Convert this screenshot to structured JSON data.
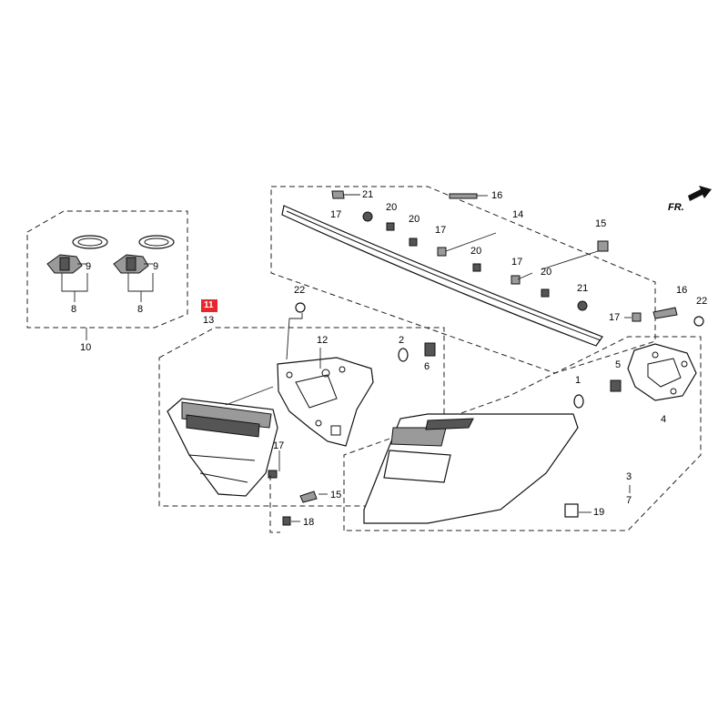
{
  "direction_marker": "FR.",
  "highlighted_callout": "11",
  "highlight_color": "#e8262d",
  "labels": {
    "l1": "1",
    "l2": "2",
    "l3": "3",
    "l4": "4",
    "l5": "5",
    "l6": "6",
    "l7": "7",
    "l8a": "8",
    "l8b": "8",
    "l9a": "9",
    "l9b": "9",
    "l10": "10",
    "l12": "12",
    "l13": "13",
    "l14": "14",
    "l15a": "15",
    "l15b": "15",
    "l16a": "16",
    "l16b": "16",
    "l17a": "17",
    "l17b": "17",
    "l17c": "17",
    "l17d": "17",
    "l17e": "17",
    "l18": "18",
    "l19": "19",
    "l20a": "20",
    "l20b": "20",
    "l20c": "20",
    "l20d": "20",
    "l21a": "21",
    "l21b": "21",
    "l22a": "22",
    "l22b": "22"
  }
}
